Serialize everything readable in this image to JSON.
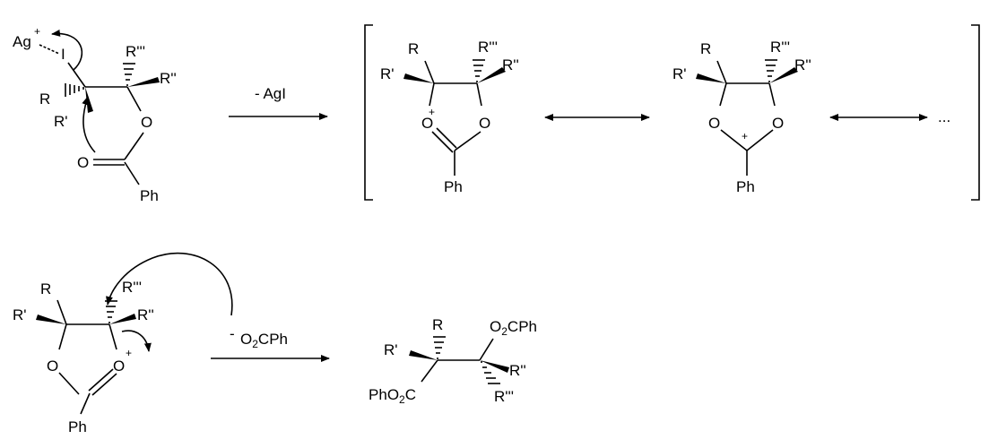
{
  "molecule_1": {
    "ag": "Ag",
    "ag_charge": "+",
    "iodine": "I",
    "r": "R",
    "r1": "R'",
    "r2": "R''",
    "r3": "R'''",
    "o_ester": "O",
    "o_carbonyl": "O",
    "ph": "Ph"
  },
  "step_1": {
    "reagent": "- AgI"
  },
  "resonance_a": {
    "r": "R",
    "r1": "R'",
    "r2": "R''",
    "r3": "R'''",
    "o_left": "O",
    "o_right": "O",
    "charge": "+",
    "ph": "Ph"
  },
  "resonance_b": {
    "r": "R",
    "r1": "R'",
    "r2": "R''",
    "r3": "R'''",
    "o_left": "O",
    "o_right": "O",
    "charge": "+",
    "ph": "Ph"
  },
  "ellipsis": "...",
  "intermediate": {
    "r": "R",
    "r1": "R'",
    "r2": "R''",
    "r3": "R'''",
    "o_ring": "O",
    "o_carbonyl": "O",
    "charge": "+",
    "ph": "Ph"
  },
  "step_2": {
    "minus": "-",
    "o2cph": "O2CPh"
  },
  "product": {
    "r": "R",
    "r1": "R'",
    "r2": "R''",
    "r3": "R'''",
    "o2cph": "O2CPh",
    "pho2c": "PhO2C"
  }
}
